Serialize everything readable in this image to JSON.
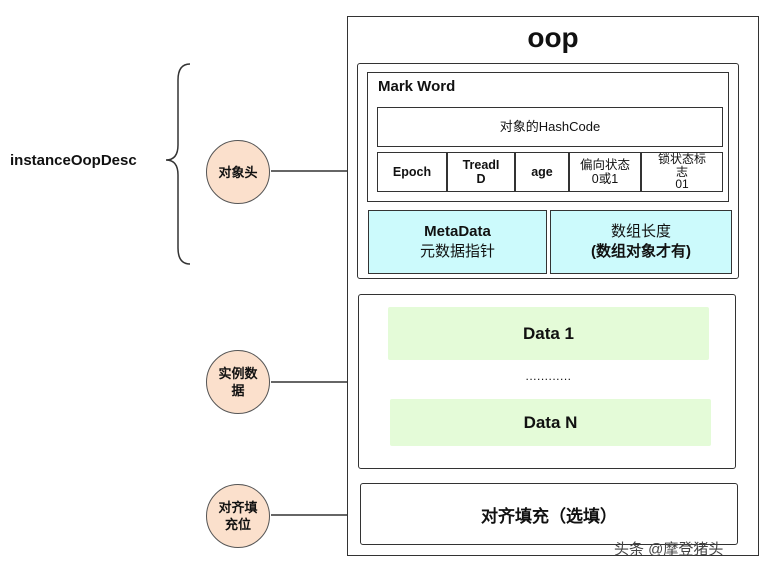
{
  "diagram": {
    "title": "oop",
    "left_label": "instanceOopDesc",
    "header": {
      "mark_word": {
        "label": "Mark Word",
        "hash_row": "对象的HashCode",
        "cells": [
          "Epoch",
          "TreadI\nD",
          "age",
          "偏向状态\n0或1",
          "锁状态标\n志\n01"
        ]
      },
      "metadata": {
        "line1": "MetaData",
        "line2": "元数据指针"
      },
      "array_length": {
        "line1": "数组长度",
        "line2": "(数组对象才有)"
      }
    },
    "instance_data": {
      "first": "Data 1",
      "ellipsis": "............",
      "last": "Data N"
    },
    "padding_box": {
      "label": "对齐填充（选填）"
    },
    "circles": {
      "header": "对象头",
      "instance": "实例数\n据",
      "padding": "对齐填\n充位"
    },
    "colors": {
      "circle_fill": "#fbe0cc",
      "cyan_fill": "#ccfafc",
      "green_fill": "#e4fbd8",
      "stroke": "#333333"
    }
  },
  "watermark": "头条 @摩登猪头"
}
